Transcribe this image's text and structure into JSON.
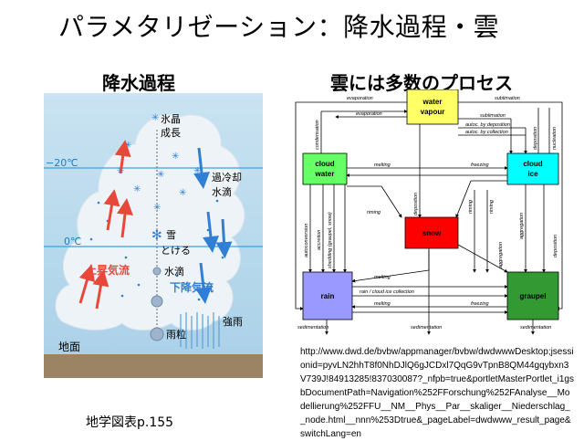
{
  "slide": {
    "title": "パラメタリゼーション：降水過程・雲",
    "left_heading": "降水過程",
    "right_heading": "雲には多数のプロセス",
    "source_left": "地学図表p.155",
    "source_url": "http://www.dwd.de/bvbw/appmanager/bvbw/dwdwwwDesktop;jsessionid=pyvLN2hhT8f0NhDJlQ6gJCDxl7QqG9vTpnB8QM44gqybxn3V739J!84913285!837030087?_nfpb=true&portletMasterPortlet_i1gsbDocumentPath=Navigation%252FForschung%252FAnalyse__Modellierung%252FFU__NM__Phys__Par__skaliger__Niederschlag__node.html__nnn%253Dtrue&_pageLabel=dwdwww_result_page&switchLang=en"
  },
  "precip_figure": {
    "temp_minus20": "−20℃",
    "temp_zero": "0℃",
    "ice_crystal": "氷晶",
    "growth": "成長",
    "supercooled": "過冷却",
    "water_droplets": "水滴",
    "snow": "雪",
    "melting": "とける",
    "droplet": "水滴",
    "updraft": "上昇気流",
    "downdraft": "下降気流",
    "heavy_rain": "強雨",
    "raindrop": "雨粒",
    "ground": "地面",
    "colors": {
      "updraft": "#e8483a",
      "downdraft": "#2f7fd4",
      "isotherm": "#3aa0e0",
      "cloud": "#eef3f7",
      "sky": "#b9d9ec",
      "ground": "#9a8464"
    }
  },
  "process_diagram": {
    "boxes": {
      "water_vapour": {
        "line1": "water",
        "line2": "vapour",
        "color": "#ffff66"
      },
      "cloud_water": {
        "line1": "cloud",
        "line2": "water",
        "color": "#66ff66"
      },
      "cloud_ice": {
        "line1": "cloud",
        "line2": "ice",
        "color": "#00ffff"
      },
      "snow": {
        "label": "snow",
        "color": "#ff0000"
      },
      "rain": {
        "label": "rain",
        "color": "#9999ff"
      },
      "graupel": {
        "label": "graupel",
        "color": "#339933"
      }
    },
    "labels": {
      "evaporation_top": "evaporation",
      "sublimation_top": "sublimation",
      "evaporation": "evaporation",
      "sublimation": "sublimation",
      "autoc_deposition": "autoc. by deposition",
      "autoc_collection": "autoc. by collection",
      "condensation": "condensation",
      "deposition_right": "deposition",
      "nucleation": "nucleation",
      "melting_upper": "melting",
      "freezing_upper": "freezing",
      "riming_mid": "riming",
      "deposition_mid": "deposition",
      "autoconversion": "autoconversion",
      "accretion": "accretion",
      "shedding": "shedding (graupel, snow)",
      "aggregation_upper": "aggregation",
      "aggregation_lower": "aggregation",
      "deposition_lower": "deposition",
      "riming_left": "riming",
      "riming_right": "riming",
      "melting_lower": "melting",
      "rain_ice_collection": "rain / cloud ice collection",
      "melting_bottom": "melting",
      "freezing_bottom": "freezing",
      "sedimentation_left": "sedimentation",
      "sedimentation_mid": "sedimentation",
      "sedimentation_right": "sedimentation"
    }
  }
}
